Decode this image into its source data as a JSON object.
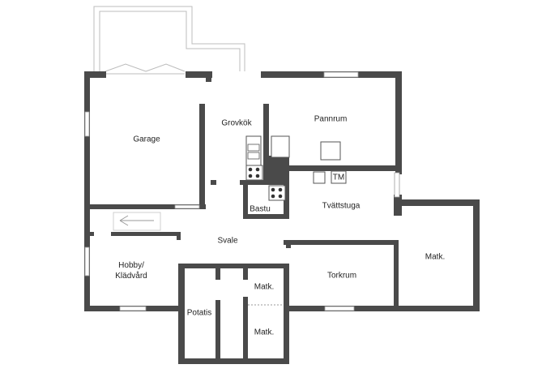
{
  "rooms": {
    "garage": "Garage",
    "grovkok": "Grovkök",
    "pannrum": "Pannrum",
    "tm": "TM",
    "bastu": "Bastu",
    "tvattstuga": "Tvättstuga",
    "svale": "Svale",
    "matk_right": "Matk.",
    "hobby": "Hobby/\nKlädvård",
    "torkrum": "Torkrum",
    "matk_upper": "Matk.",
    "potatis": "Potatis",
    "matk_lower": "Matk."
  },
  "colors": {
    "wall": "#4a4a4a",
    "outline": "#bcbcbc",
    "window": "#ffffff"
  }
}
